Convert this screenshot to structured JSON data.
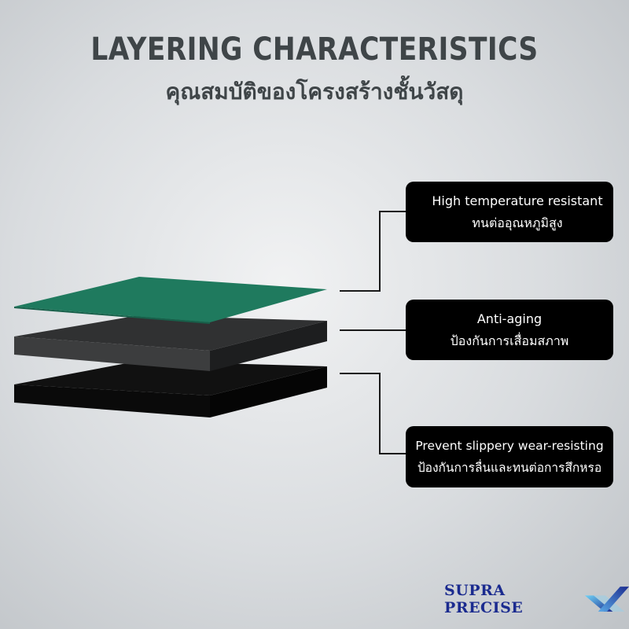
{
  "header": {
    "title": "LAYERING CHARACTERISTICS",
    "subtitle": "คุณสมบัติของโครงสร้างชั้นวัสดุ"
  },
  "layers": {
    "top_color": "#1f7a5e",
    "middle_color": "#3a3b3c",
    "bottom_color": "#121212"
  },
  "callouts": [
    {
      "en": "High temperature resistant",
      "th": "ทนต่ออุณหภูมิสูง"
    },
    {
      "en": "Anti-aging",
      "th": "ป้องกันการเสื่อมสภาพ"
    },
    {
      "en": "Prevent slippery wear-resisting",
      "th": "ป้องกันการลื่นและทนต่อการสึกหรอ"
    }
  ],
  "brand": {
    "name": "SUPRA PRECISE",
    "text_color": "#1b2b8f",
    "logo_icon": "x-logo-icon"
  }
}
